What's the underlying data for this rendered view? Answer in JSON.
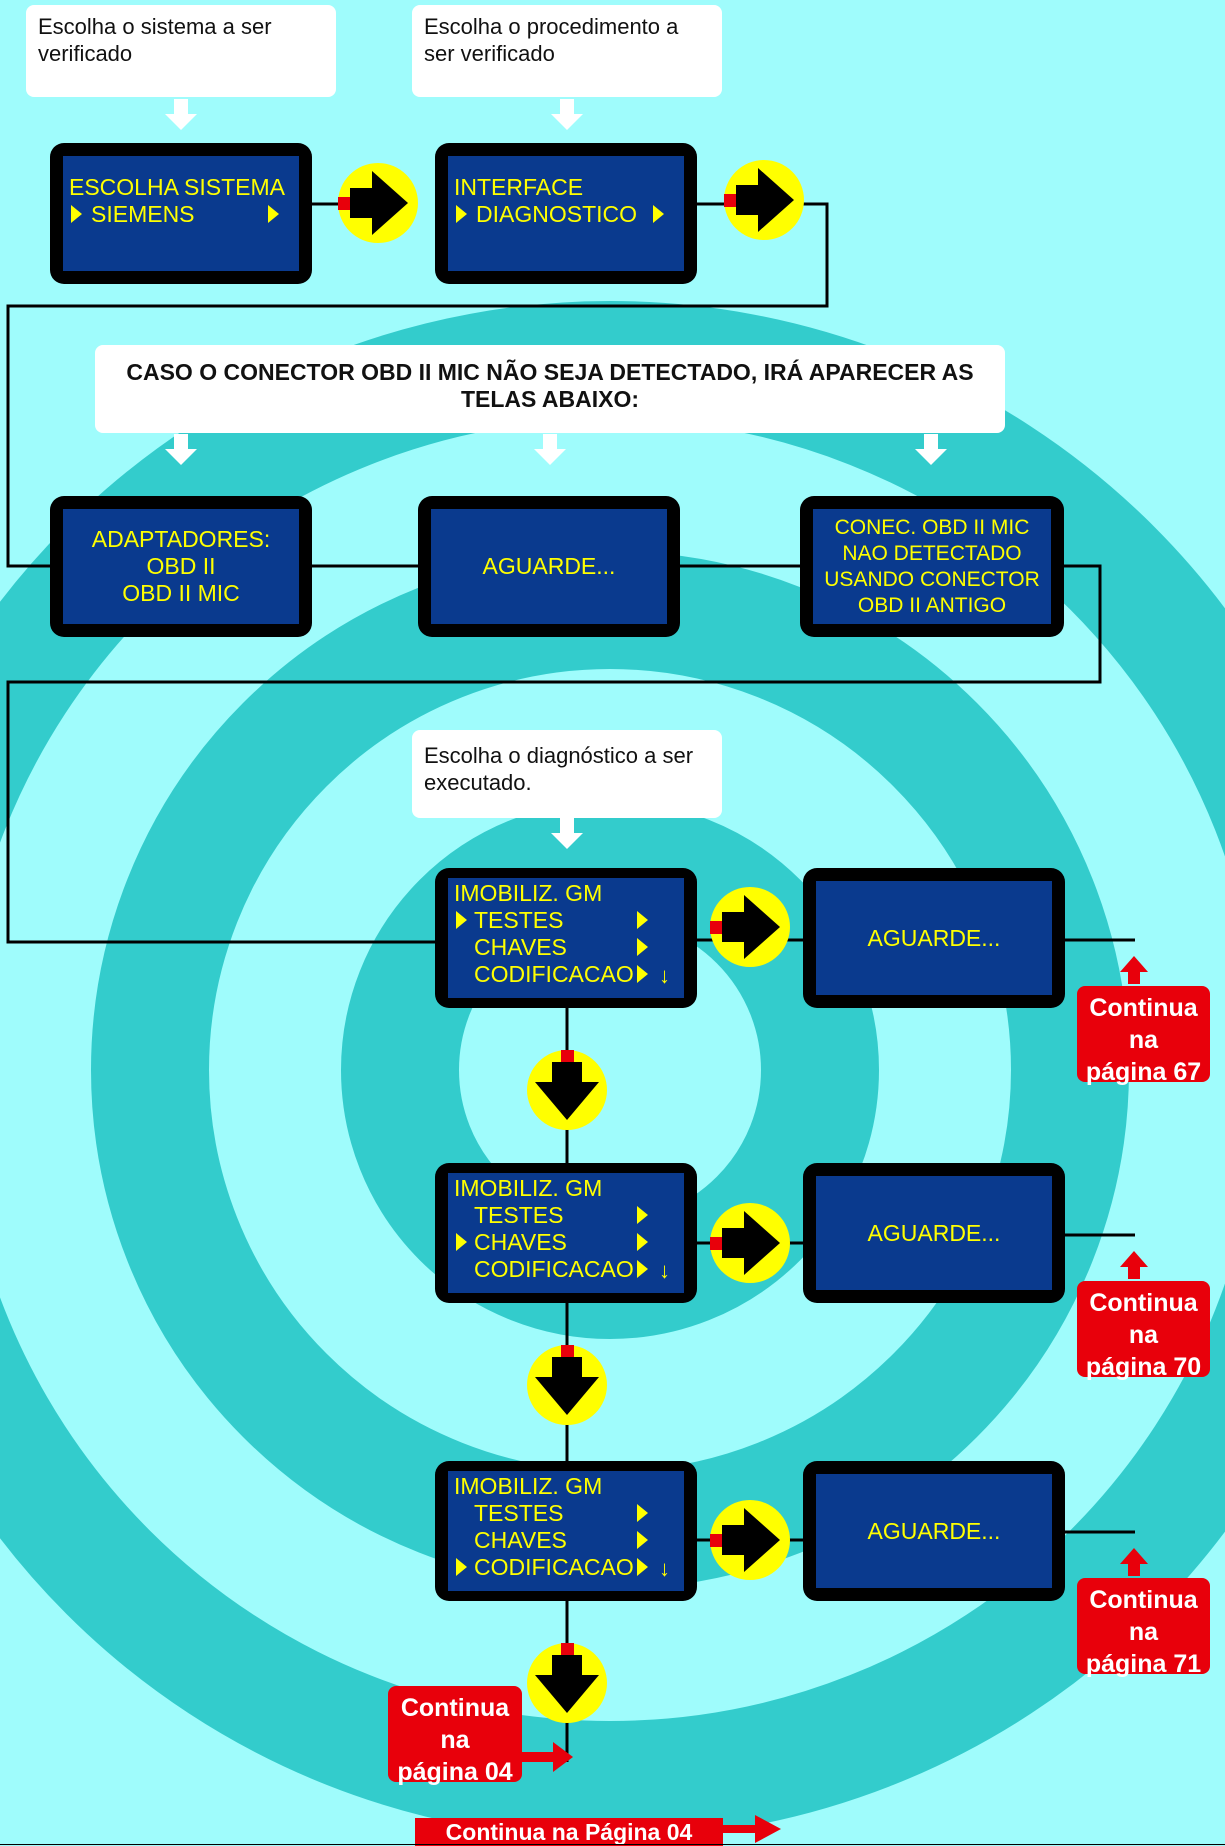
{
  "notes": {
    "system": "Escolha o sistema  a ser verificado",
    "procedure": "Escolha o procedimento a ser verificado",
    "caso": "CASO O CONECTOR OBD II MIC NÃO SEJA DETECTADO, IRÁ APARECER AS TELAS ABAIXO:",
    "diagnostic": "Escolha o diagnóstico a ser executado."
  },
  "screens": {
    "escolha": {
      "line1": "ESCOLHA SISTEMA",
      "line2": "SIEMENS"
    },
    "interface": {
      "line1": "INTERFACE",
      "line2": "DIAGNOSTICO"
    },
    "adaptadores": {
      "line1": "ADAPTADORES:",
      "line2": "OBD II",
      "line3": "OBD II MIC"
    },
    "aguarde": "AGUARDE...",
    "conec": {
      "line1": "CONEC. OBD II MIC",
      "line2": "NAO DETECTADO",
      "line3": "USANDO CONECTOR",
      "line4": "OBD II ANTIGO"
    },
    "imobiliz": {
      "title": "IMOBILIZ. GM",
      "item1": "TESTES",
      "item2": "CHAVES",
      "item3": "CODIFICACAO",
      "down": "↓"
    }
  },
  "continues": {
    "p67": {
      "line1": "Continua na",
      "line2": "página 67"
    },
    "p70": {
      "line1": "Continua na",
      "line2": "página 70"
    },
    "p71": {
      "line1": "Continua na",
      "line2": "página 71"
    },
    "p04": {
      "line1": "Continua na",
      "line2": "página 04"
    }
  },
  "footer": "Continua na Página 04",
  "colors": {
    "background": "#9ffcfc",
    "spiral": "#33cccc",
    "screen": "#0a3a8e",
    "screen_text": "#ffff00",
    "continue": "#e8000b",
    "arrow_circle": "#ffff00"
  }
}
